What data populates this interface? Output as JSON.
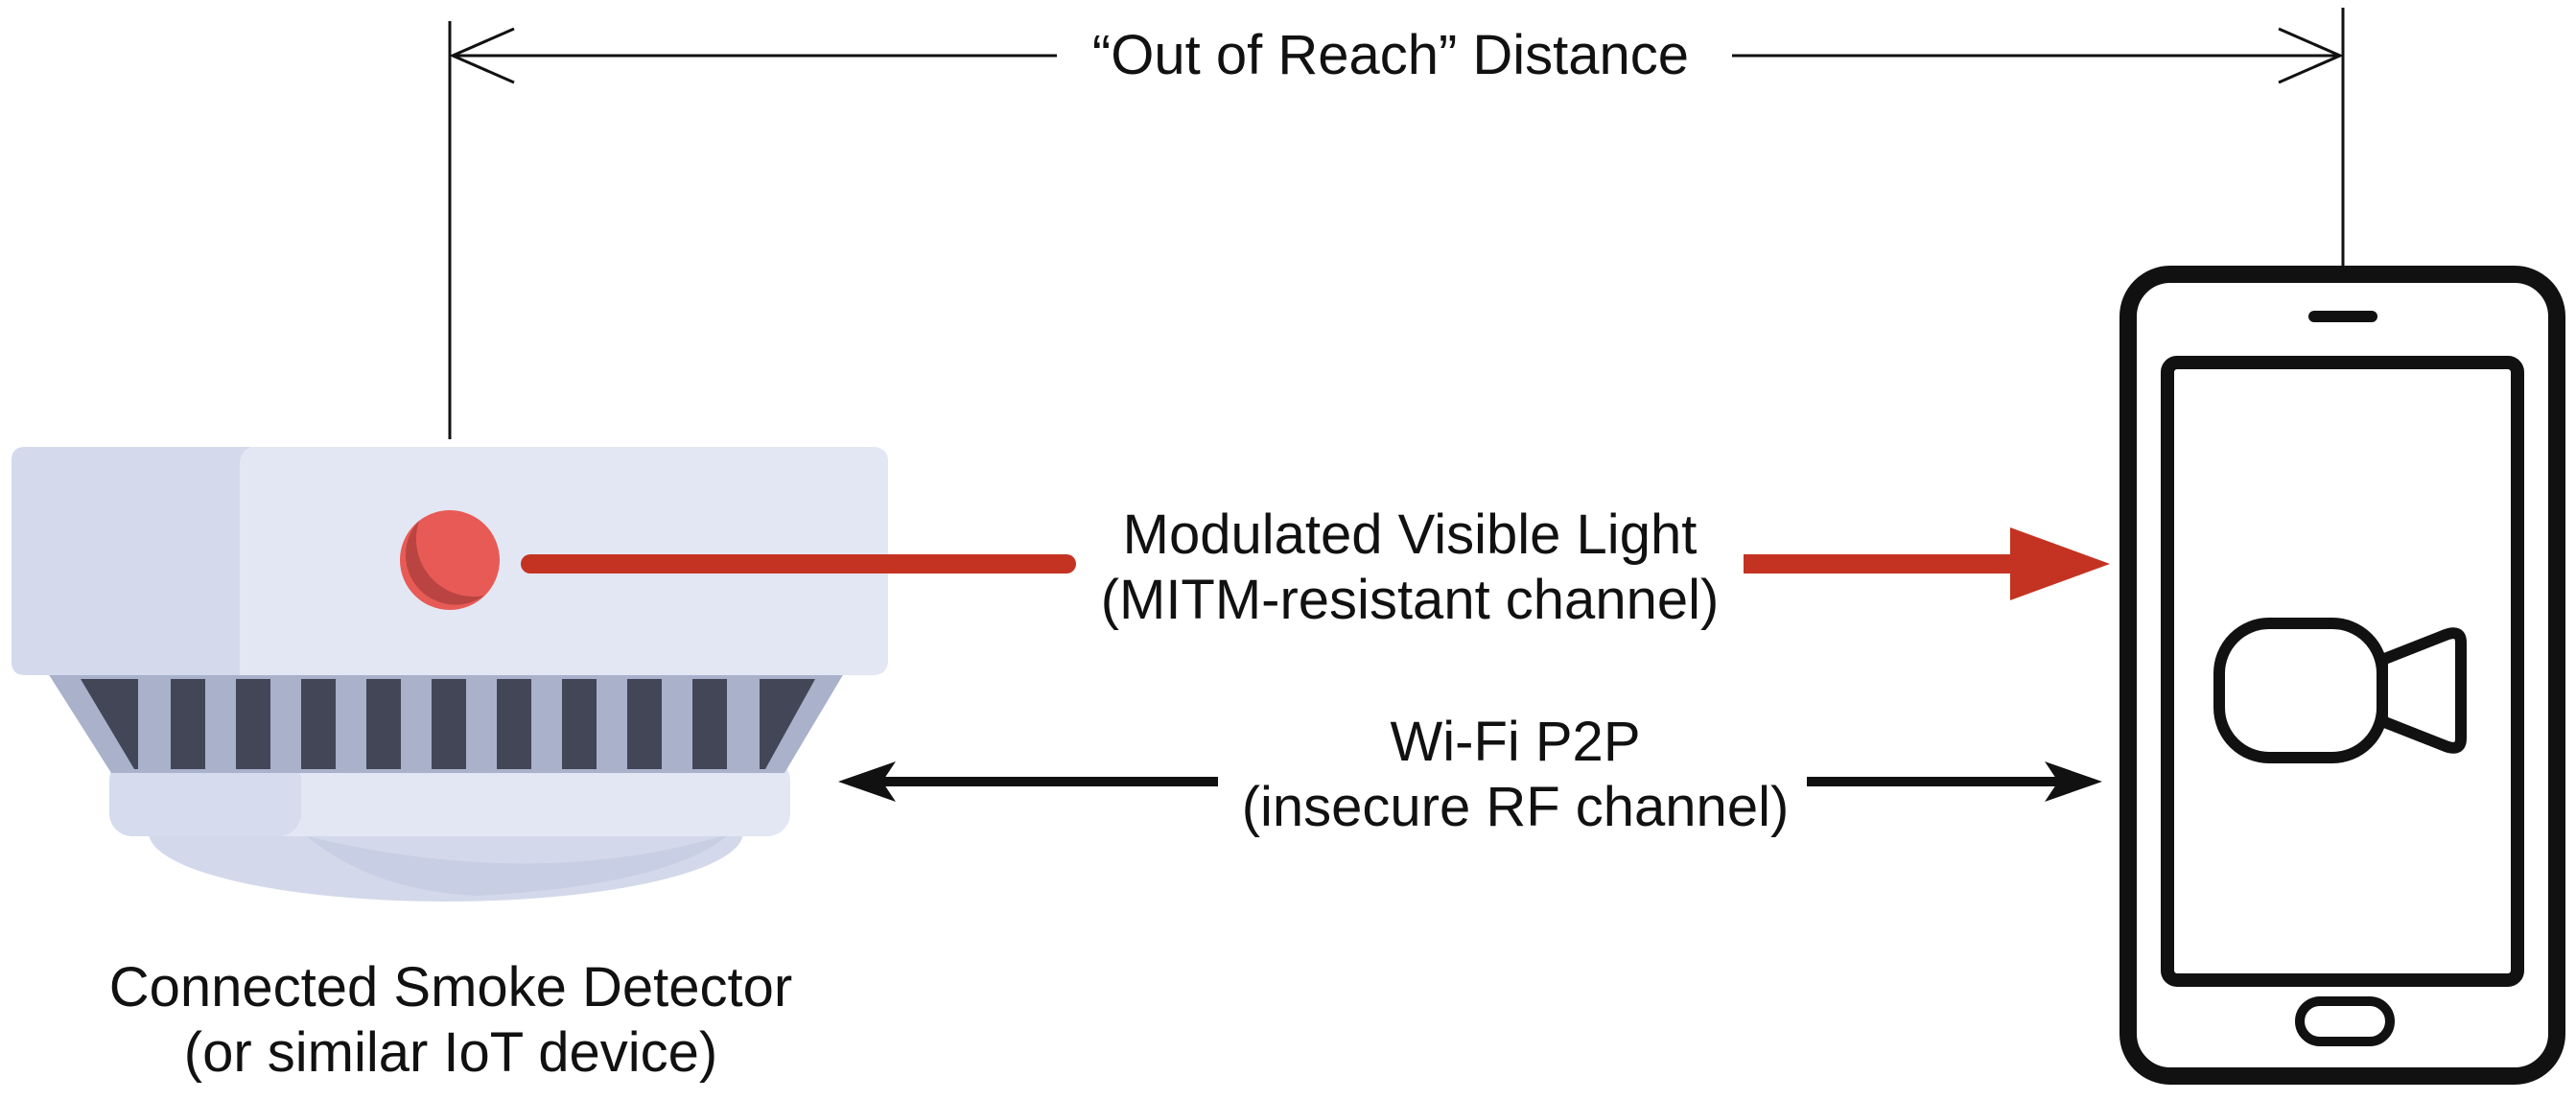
{
  "labels": {
    "distance": "“Out of Reach” Distance",
    "light_line1": "Modulated Visible Light",
    "light_line2": "(MITM-resistant channel)",
    "wifi_line1": "Wi-Fi P2P",
    "wifi_line2": "(insecure RF channel)",
    "device_line1": "Connected Smoke Detector",
    "device_line2": "(or similar IoT device)"
  },
  "colors": {
    "light_arrow": "#c43322",
    "wifi_arrow": "#111111",
    "led": "#e85a55",
    "detector_body": "#e3e7f4",
    "phone_outline": "#111111"
  },
  "icons": {
    "smoke_detector": "smoke-detector-icon",
    "phone": "smartphone-icon",
    "camera": "video-camera-icon"
  }
}
